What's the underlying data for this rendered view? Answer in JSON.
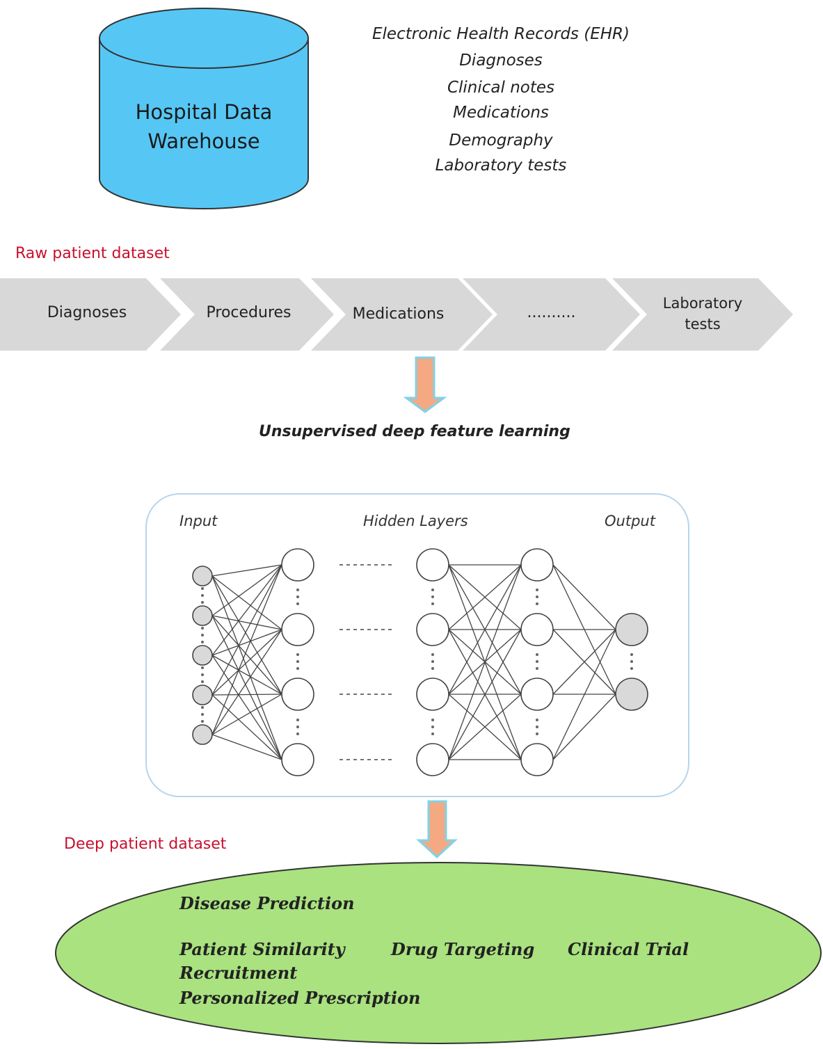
{
  "warehouse": {
    "line1": "Hospital Data",
    "line2": "Warehouse"
  },
  "ehr": {
    "title": "Electronic Health Records (EHR)",
    "items": [
      "Diagnoses",
      "Clinical  notes",
      "Medications",
      "Demography",
      "Laboratory  tests"
    ]
  },
  "raw_label": "Raw patient  dataset",
  "pipeline": [
    "Diagnoses",
    "Procedures",
    "Medications",
    "..........",
    "Laboratory",
    "tests"
  ],
  "feature_learning": "Unsupervised deep feature learning",
  "network": {
    "input": "Input",
    "hidden": "Hidden Layers",
    "output": "Output"
  },
  "deep_label": "Deep patient  dataset",
  "applications": {
    "disease": "Disease Prediction",
    "similarity": "Patient Similarity",
    "drug": "Drug Targeting",
    "trial": "Clinical Trial",
    "recruitment": "Recruitment",
    "prescription": "Personalized Prescription"
  },
  "colors": {
    "cylinder": "#56c7f5",
    "chevron": "#d8d8d8",
    "arrow_fill": "#f4a983",
    "arrow_edge": "#7fd3e6",
    "ellipse": "#a9e27f",
    "red_text": "#c8102e"
  }
}
